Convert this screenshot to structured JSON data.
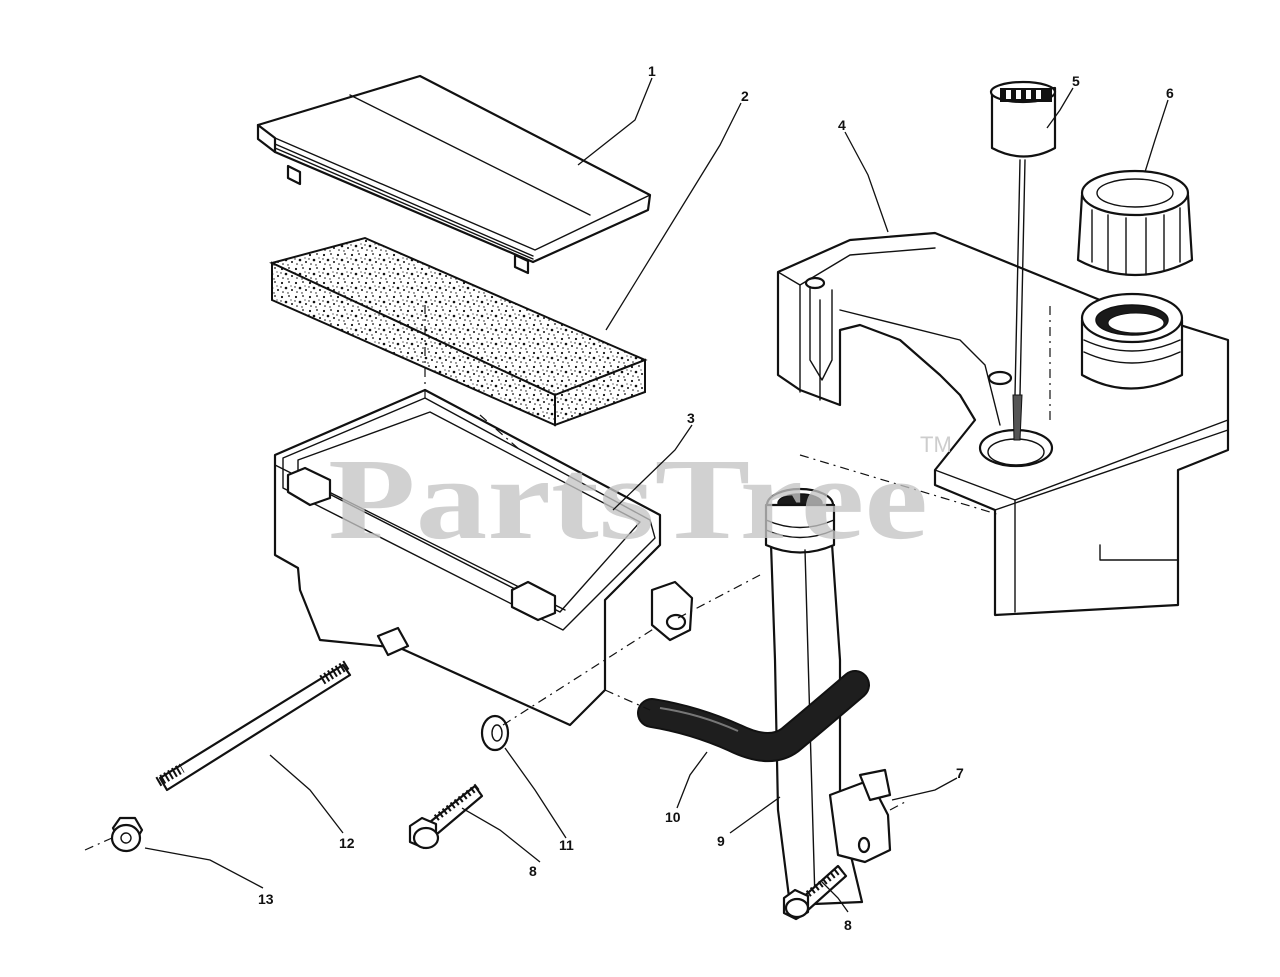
{
  "watermark": {
    "text": "PartsTree",
    "trademark": "TM"
  },
  "callouts": [
    {
      "id": "1",
      "text": "1"
    },
    {
      "id": "2",
      "text": "2"
    },
    {
      "id": "3",
      "text": "3"
    },
    {
      "id": "4",
      "text": "4"
    },
    {
      "id": "5",
      "text": "5"
    },
    {
      "id": "6",
      "text": "6"
    },
    {
      "id": "7",
      "text": "7"
    },
    {
      "id": "8a",
      "text": "8"
    },
    {
      "id": "8b",
      "text": "8"
    },
    {
      "id": "9",
      "text": "9"
    },
    {
      "id": "10",
      "text": "10"
    },
    {
      "id": "11",
      "text": "11"
    },
    {
      "id": "12",
      "text": "12"
    },
    {
      "id": "13",
      "text": "13"
    }
  ]
}
